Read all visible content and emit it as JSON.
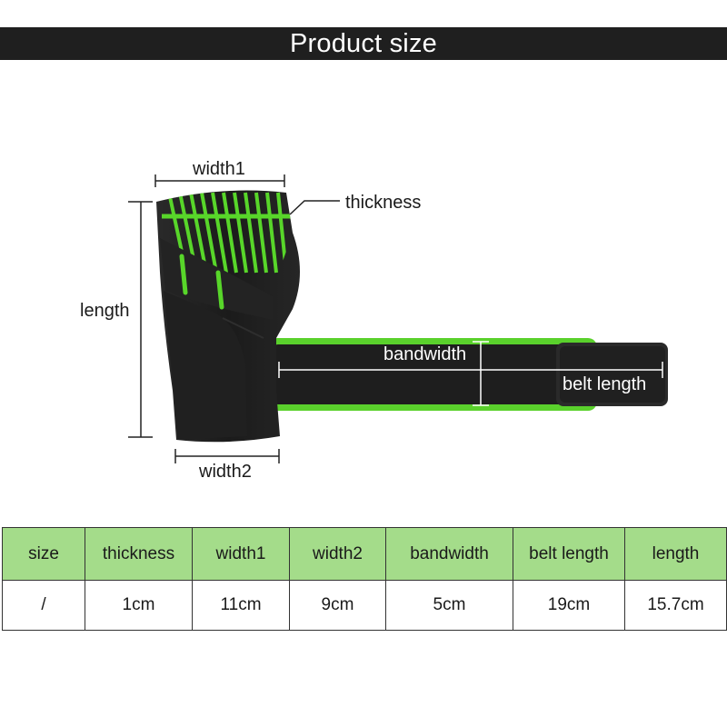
{
  "banner": {
    "title": "Product size"
  },
  "diagram": {
    "labels": {
      "width1": "width1",
      "thickness": "thickness",
      "length": "length",
      "bandwidth": "bandwidth",
      "belt_length": "belt length",
      "width2": "width2"
    },
    "colors": {
      "accent_green": "#58d62a",
      "fabric_dark": "#1c1c1c",
      "line": "#222222"
    }
  },
  "table": {
    "header_color": "#a4dc8a",
    "headers": [
      "size",
      "thickness",
      "width1",
      "width2",
      "bandwidth",
      "belt length",
      "length"
    ],
    "rows": [
      [
        "/",
        "1cm",
        "11cm",
        "9cm",
        "5cm",
        "19cm",
        "15.7cm"
      ]
    ]
  }
}
